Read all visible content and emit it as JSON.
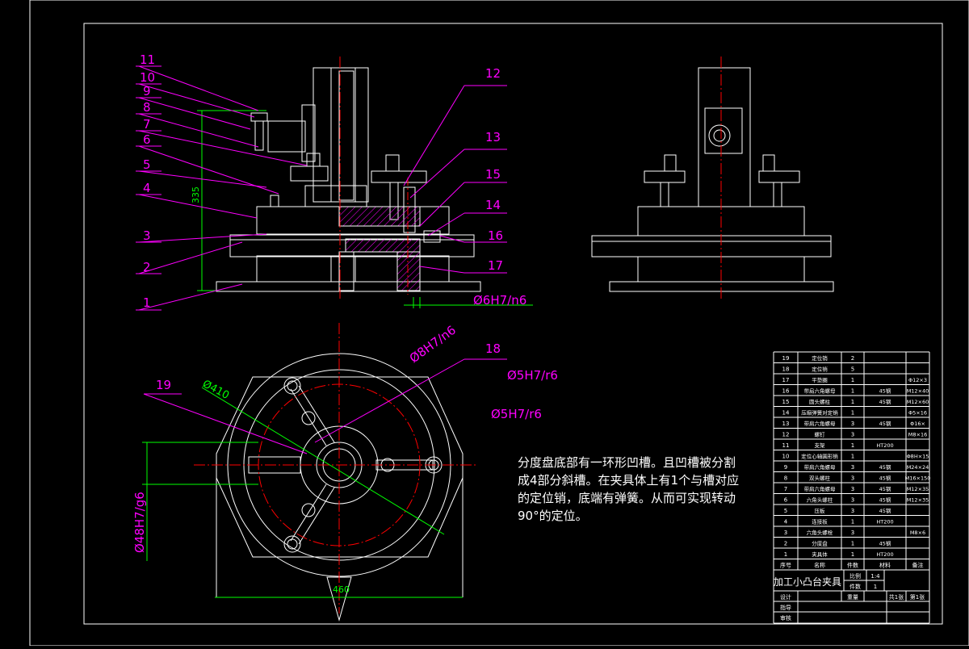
{
  "colors": {
    "background": "#000000",
    "outline": "#ffffff",
    "leader": "#ff00ff",
    "centerline": "#ff0000",
    "dimension": "#00ff00",
    "hatch": "#ff00ff"
  },
  "balloons": [
    "1",
    "2",
    "3",
    "4",
    "5",
    "6",
    "7",
    "8",
    "9",
    "10",
    "11",
    "12",
    "13",
    "14",
    "15",
    "16",
    "17",
    "18",
    "19"
  ],
  "dimensions": {
    "height_335": "335",
    "fit_6": "Ø6H7/n6",
    "fit_8": "Ø8H7/n6",
    "fit_5a": "Ø5H7/r6",
    "fit_5b": "Ø5H7/r6",
    "dia_410": "Ø410",
    "fit_48": "Ø48H7/g6",
    "width_460": "460"
  },
  "note_lines": [
    "分度盘底部有一环形凹槽。且凹槽被分割",
    "成4部分斜槽。在夹具体上有1个与槽对应",
    "的定位销，底端有弹簧。从而可实现转动",
    "90°的定位。"
  ],
  "bom": {
    "rows": [
      {
        "no": "19",
        "name": "定位销",
        "qty": "2",
        "material": "",
        "remark": ""
      },
      {
        "no": "18",
        "name": "定位销",
        "qty": "5",
        "material": "",
        "remark": ""
      },
      {
        "no": "17",
        "name": "平垫圈",
        "qty": "1",
        "material": "",
        "remark": "Φ12×3"
      },
      {
        "no": "16",
        "name": "带肩六角螺母",
        "qty": "1",
        "material": "45钢",
        "remark": "M12×40"
      },
      {
        "no": "15",
        "name": "圆头螺柱",
        "qty": "1",
        "material": "45钢",
        "remark": "M12×60"
      },
      {
        "no": "14",
        "name": "压缩弹簧对定销",
        "qty": "1",
        "material": "",
        "remark": "Φ5×16"
      },
      {
        "no": "13",
        "name": "带肩六角螺母",
        "qty": "3",
        "material": "45钢",
        "remark": "Φ16×"
      },
      {
        "no": "12",
        "name": "螺钉",
        "qty": "3",
        "material": "",
        "remark": "M8×16"
      },
      {
        "no": "11",
        "name": "支架",
        "qty": "1",
        "material": "HT200",
        "remark": ""
      },
      {
        "no": "10",
        "name": "定位心轴圆形销",
        "qty": "1",
        "material": "",
        "remark": "Φ8H×15"
      },
      {
        "no": "9",
        "name": "带肩六角螺母",
        "qty": "3",
        "material": "45钢",
        "remark": "M24×24"
      },
      {
        "no": "8",
        "name": "双头螺柱",
        "qty": "3",
        "material": "45钢",
        "remark": "M16×150"
      },
      {
        "no": "7",
        "name": "带肩六角螺母",
        "qty": "3",
        "material": "45钢",
        "remark": "M12×35"
      },
      {
        "no": "6",
        "name": "六角头螺柱",
        "qty": "3",
        "material": "45钢",
        "remark": "M12×35"
      },
      {
        "no": "5",
        "name": "压板",
        "qty": "3",
        "material": "45钢",
        "remark": ""
      },
      {
        "no": "4",
        "name": "连接板",
        "qty": "1",
        "material": "HT200",
        "remark": ""
      },
      {
        "no": "3",
        "name": "六角头螺栓",
        "qty": "3",
        "material": "",
        "remark": "M8×6"
      },
      {
        "no": "2",
        "name": "分度盘",
        "qty": "1",
        "material": "45钢",
        "remark": ""
      },
      {
        "no": "1",
        "name": "夹具体",
        "qty": "1",
        "material": "HT200",
        "remark": ""
      }
    ],
    "header": {
      "no": "序号",
      "name": "名称",
      "qty": "件数",
      "material": "材料",
      "remark": "备注"
    },
    "title": "加工小凸台夹具",
    "scale_label": "比例",
    "scale_value": "1:4",
    "count_label": "件数",
    "count_value": "1",
    "design_label": "设计",
    "weight_label": "重量",
    "sheets_total": "共1张",
    "sheet_no": "第1张",
    "draw_label": "指导",
    "check_label": "审核"
  }
}
